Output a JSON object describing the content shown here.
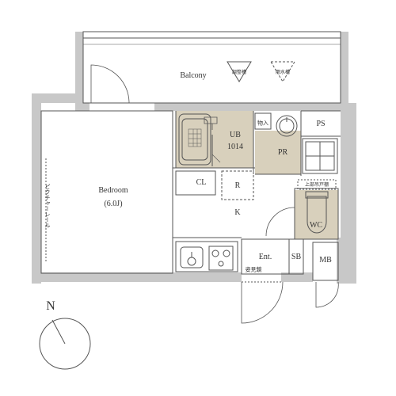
{
  "rooms": {
    "balcony": "Balcony",
    "chosuiso": "調整槽",
    "ganzuiso": "雨水槽",
    "ub": "UB",
    "ub_size": "1014",
    "mochiire": "物入",
    "ps": "PS",
    "pr": "PR",
    "bedroom": "Bedroom",
    "bedroom_size": "(6.0J)",
    "cl": "CL",
    "r": "R",
    "k": "K",
    "upper_shelf": "上部吊戸棚",
    "wc": "WC",
    "ent": "Ent.",
    "sb": "SB",
    "mb": "MB",
    "mirror": "姿見鏡",
    "picture_rail": "ピクチャーレール"
  },
  "compass": {
    "label": "N"
  },
  "colors": {
    "wall": "#c8c8c8",
    "wet_area": "#d8d0bc",
    "line": "#555555"
  }
}
